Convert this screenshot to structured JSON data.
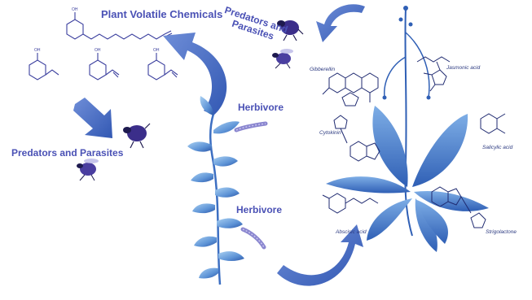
{
  "labels": {
    "plant_volatile_chemicals": "Plant Volatile Chemicals",
    "predators_parasites_top_line1": "Predators and",
    "predators_parasites_top_line2": "Parasites",
    "predators_parasites_left": "Predators and Parasites",
    "herbivore_upper": "Herbivore",
    "herbivore_lower": "Herbivore"
  },
  "hormones": {
    "gibberellin": "Gibberellin",
    "jasmonic_acid": "Jasmonic acid",
    "cytokinin": "Cytokinin",
    "salicylic_acid": "Salicylic acid",
    "abscisic_acid": "Abscisic acid",
    "strigolactone": "Strigolactone"
  },
  "colors": {
    "label_text": "#4a51b5",
    "arrow": "#4a6fc8",
    "molecule_stroke": "#3b3f9e",
    "leaf_dark": "#2f5fb5",
    "leaf_light": "#8fc0ee",
    "insect": "#3b2e8a"
  }
}
